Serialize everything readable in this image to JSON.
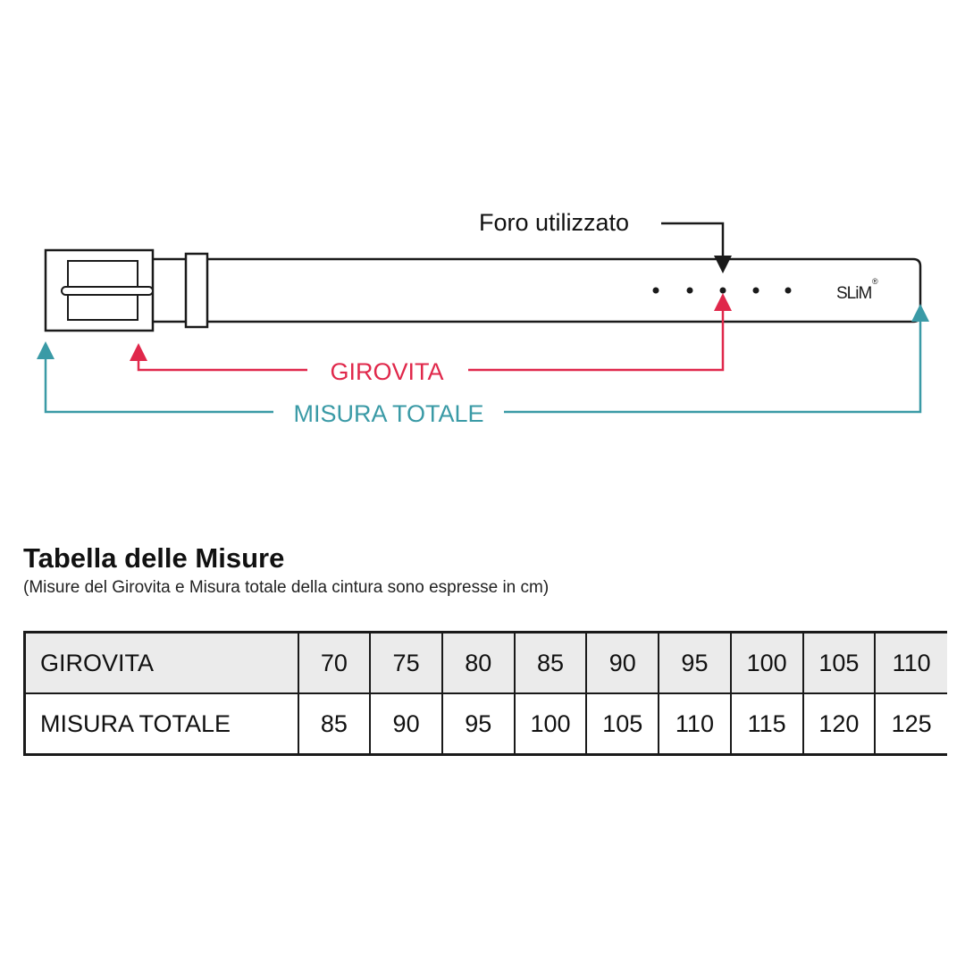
{
  "diagram": {
    "hole_label": "Foro utilizzato",
    "waist_label": "GIROVITA",
    "total_label": "MISURA TOTALE",
    "brand_logo": "SLiM",
    "holes": 5,
    "used_hole_index": 3
  },
  "colors": {
    "waist": "#e0284b",
    "total": "#3a9aa6",
    "line": "#1a1a1a",
    "header_fill": "#ebebeb"
  },
  "table": {
    "title": "Tabella delle Misure",
    "note": "(Misure del Girovita e Misura totale della cintura sono espresse in cm)",
    "rows": [
      {
        "label": "GIROVITA",
        "values": [
          "70",
          "75",
          "80",
          "85",
          "90",
          "95",
          "100",
          "105",
          "110"
        ]
      },
      {
        "label": "MISURA TOTALE",
        "values": [
          "85",
          "90",
          "95",
          "100",
          "105",
          "110",
          "115",
          "120",
          "125"
        ]
      }
    ]
  }
}
